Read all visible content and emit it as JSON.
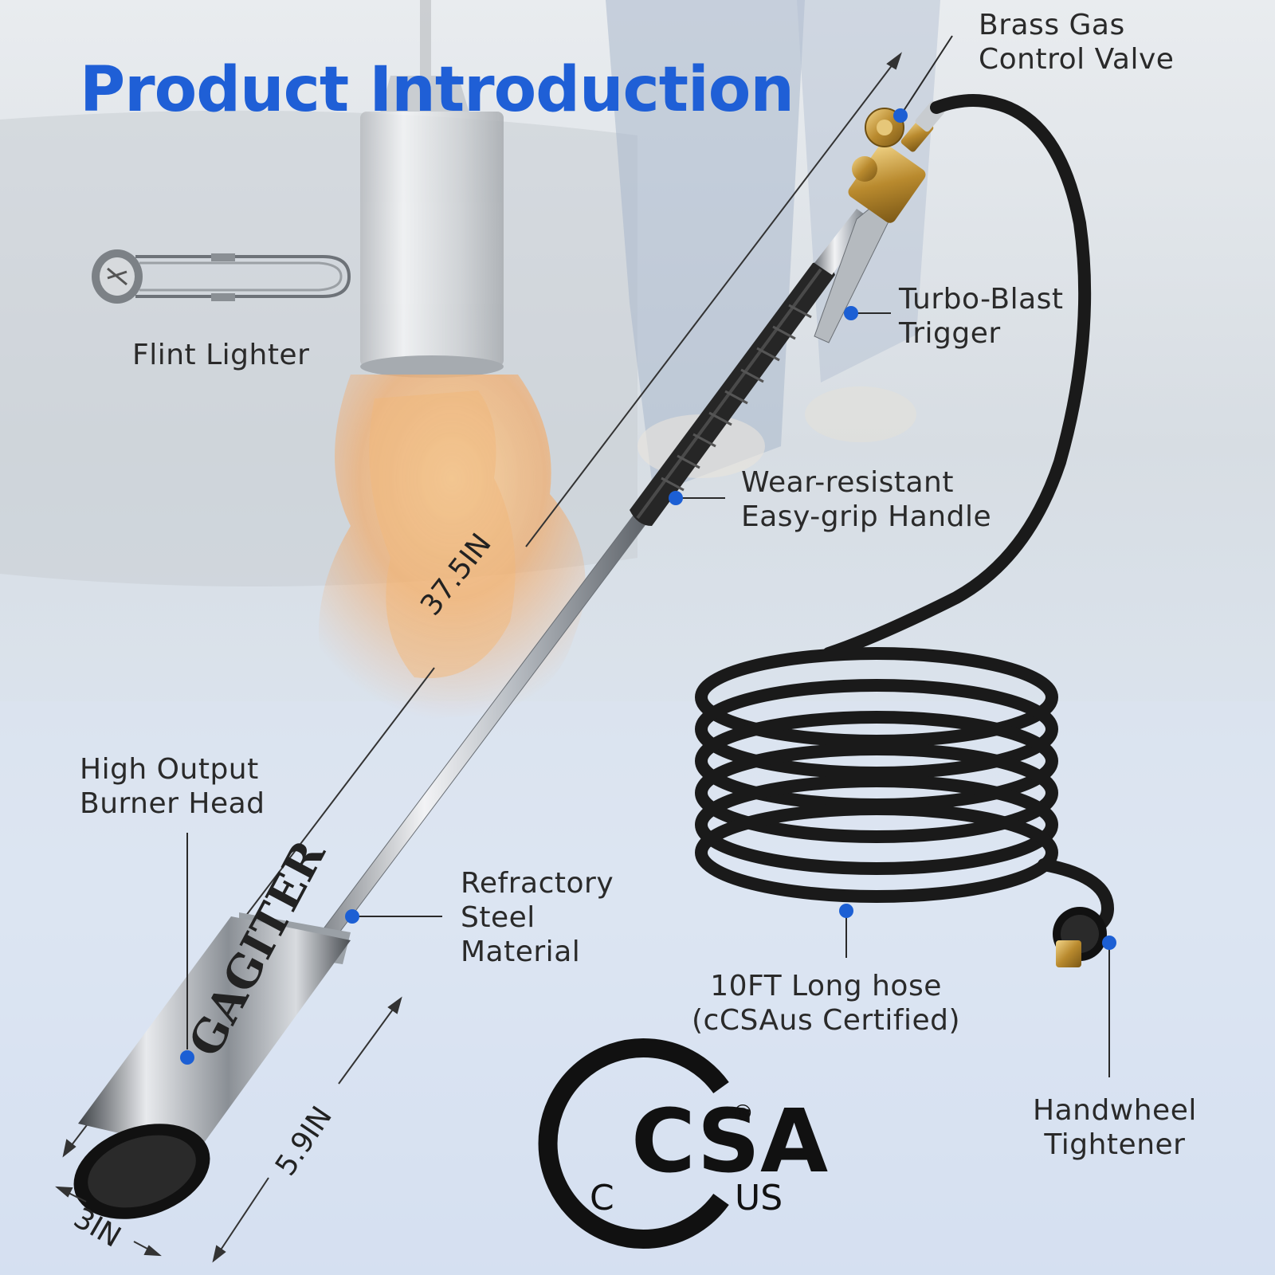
{
  "title": "Product Introduction",
  "brand_mark": "GAGITER",
  "labels": {
    "brass_valve": [
      "Brass Gas",
      "Control Valve"
    ],
    "trigger": [
      "Turbo-Blast",
      "Trigger"
    ],
    "handle": [
      "Wear-resistant",
      "Easy-grip Handle"
    ],
    "flint": [
      "Flint Lighter"
    ],
    "burner": [
      "High Output",
      "Burner Head"
    ],
    "steel": [
      "Refractory",
      "Steel",
      "Material"
    ],
    "hose": [
      "10FT Long hose",
      "(cCSAus Certified)"
    ],
    "handwheel": [
      "Handwheel",
      "Tightener"
    ]
  },
  "dimensions": {
    "length": "37.5IN",
    "head_length": "5.9IN",
    "head_diameter": "3IN"
  },
  "certification": {
    "mark": "CSA",
    "left": "C",
    "right": "US",
    "registered": "®"
  },
  "colors": {
    "title": "#1f5fd6",
    "callout_dot": "#1c5fd4",
    "hose": "#1a1a1a",
    "brass": "#c9a24a"
  }
}
